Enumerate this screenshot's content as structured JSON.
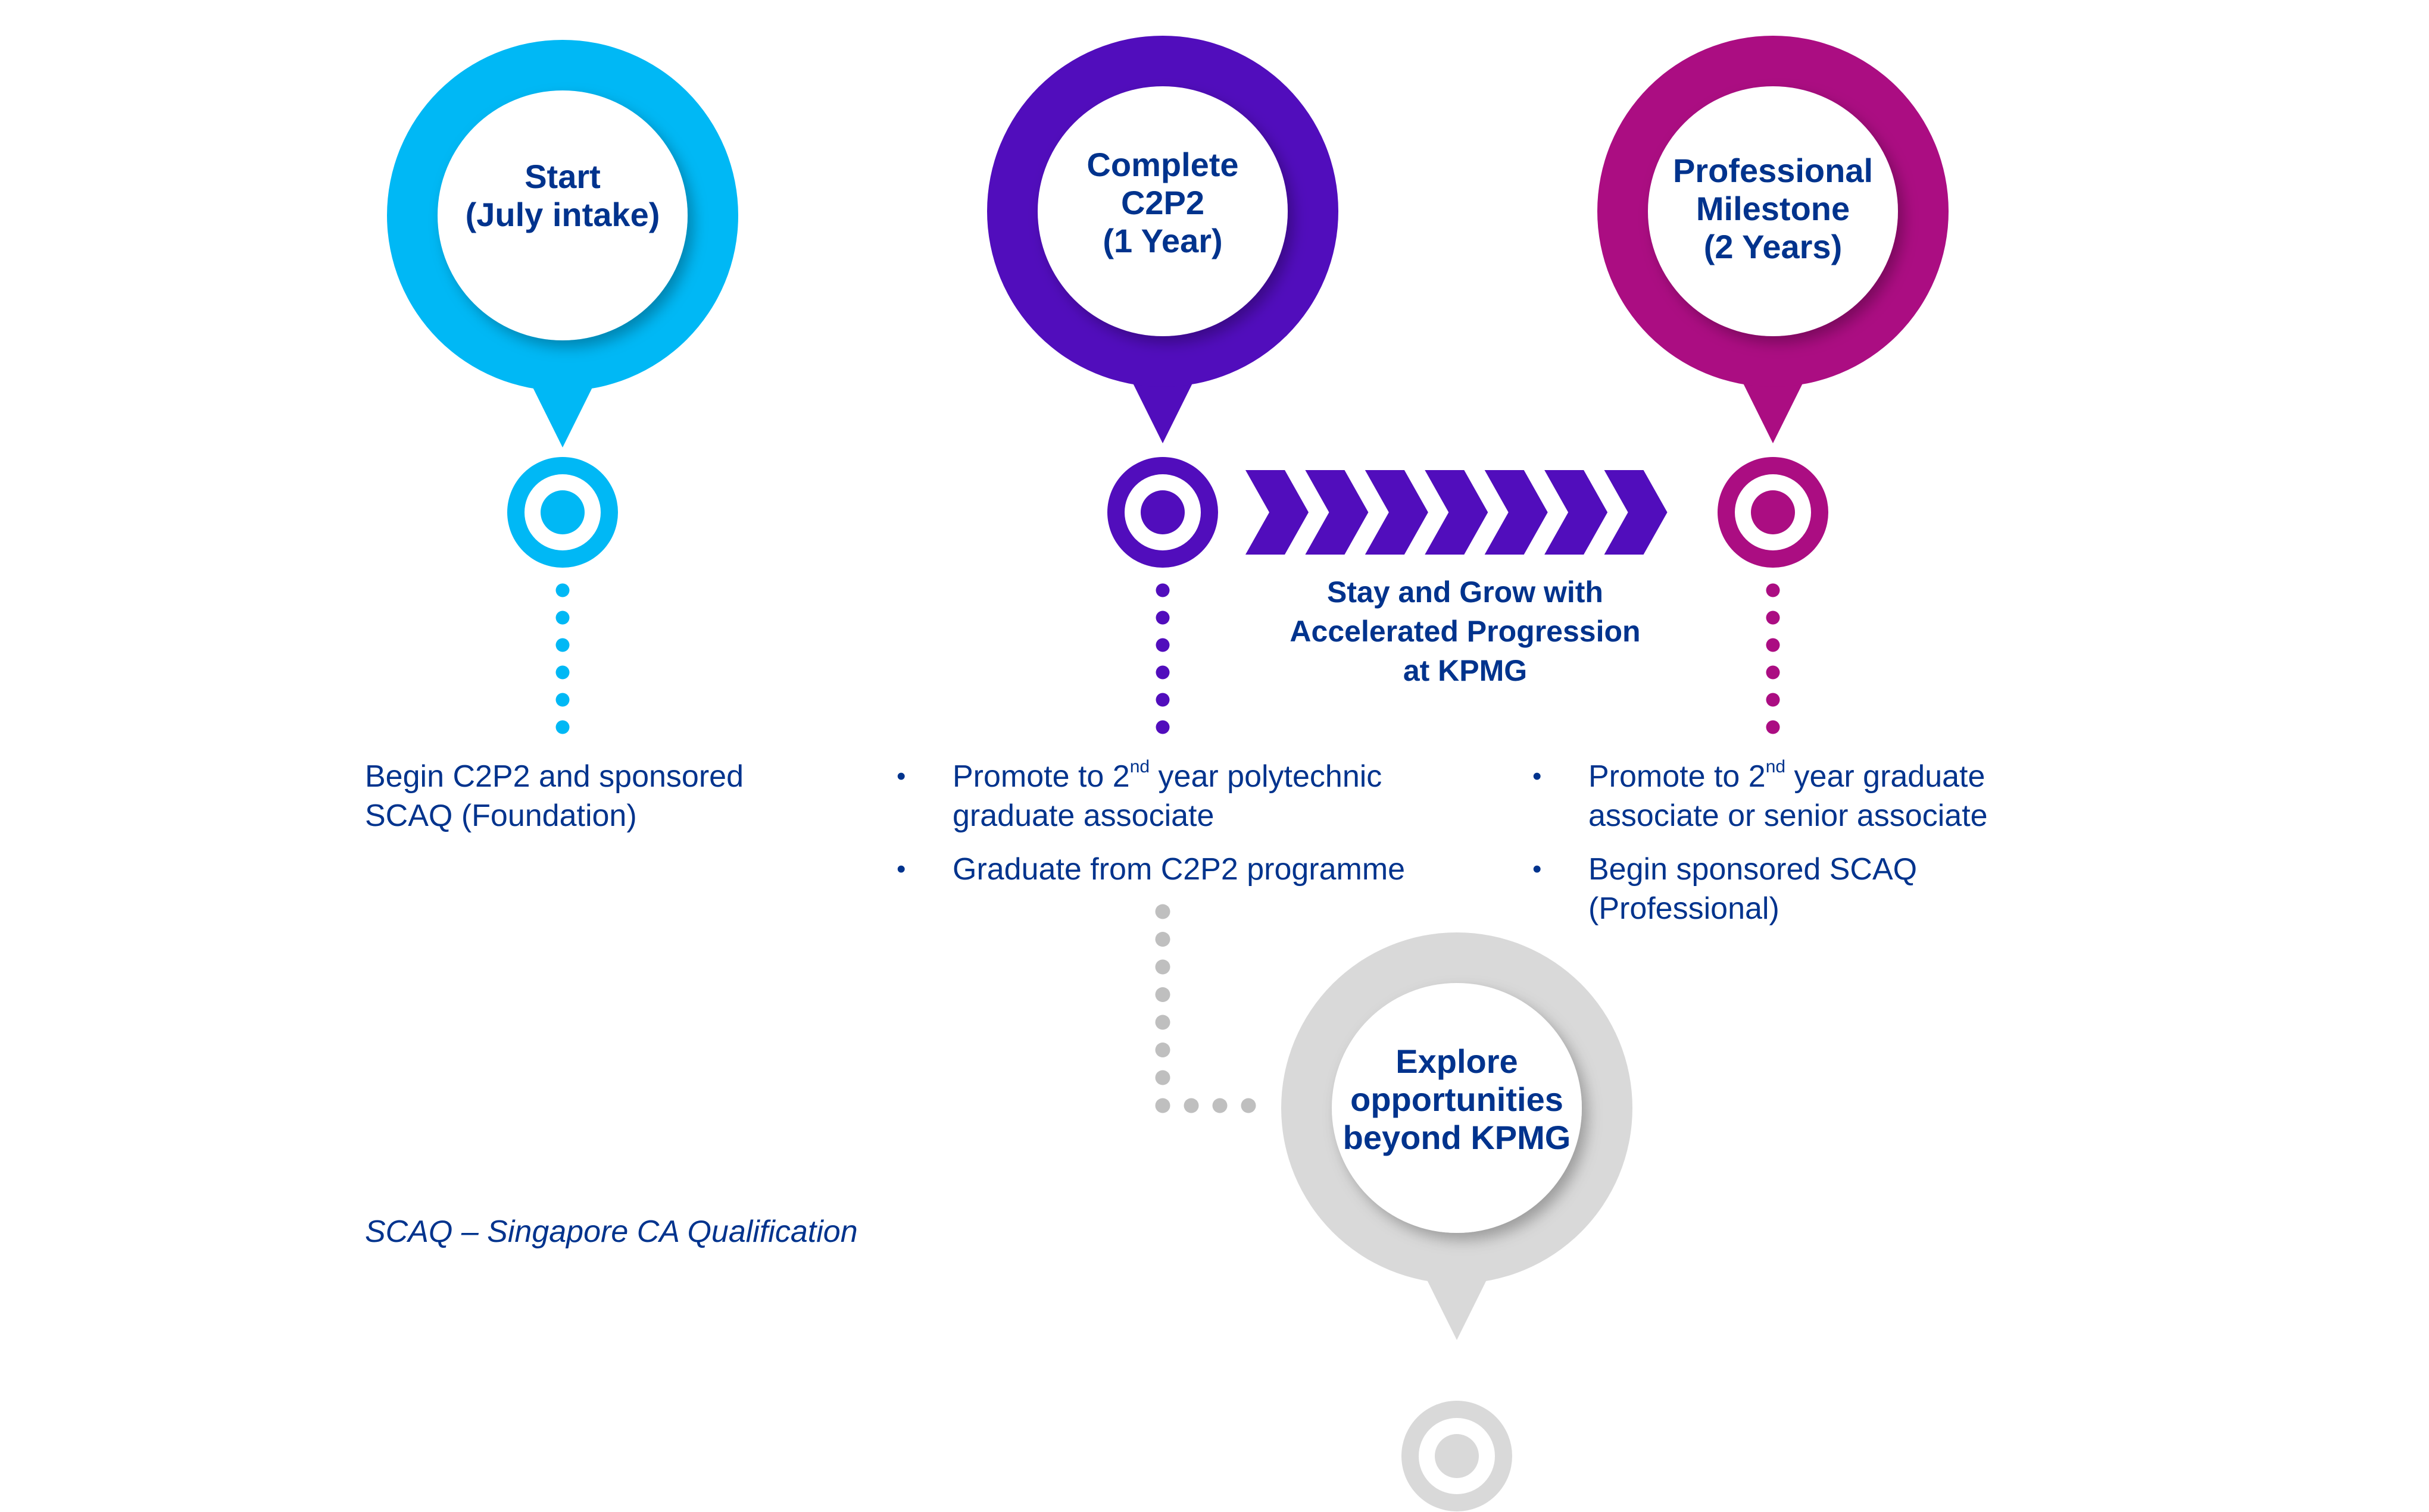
{
  "colors": {
    "text": "#00338D",
    "start": "#00B8F5",
    "complete": "#510DBC",
    "professional": "#AB0D82",
    "explore": "#D9D9D9",
    "connector_grey": "#BFBFBF"
  },
  "milestones": [
    {
      "id": "start",
      "title_lines": [
        "Start",
        "(July intake)"
      ],
      "color_key": "start",
      "description_lines": [
        "Begin C2P2 and sponsored",
        "SCAQ (Foundation)"
      ]
    },
    {
      "id": "complete",
      "title_lines": [
        "Complete",
        "C2P2",
        "(1 Year)"
      ],
      "color_key": "complete",
      "bullets": [
        {
          "pre": "Promote to 2",
          "sup": "nd",
          "post": " year polytechnic graduate associate"
        },
        {
          "pre": "Graduate from C2P2 programme",
          "sup": "",
          "post": ""
        }
      ]
    },
    {
      "id": "professional",
      "title_lines": [
        "Professional",
        "Milestone",
        "(2 Years)"
      ],
      "color_key": "professional",
      "bullets": [
        {
          "pre": "Promote to 2",
          "sup": "nd",
          "post": " year graduate associate or senior associate"
        },
        {
          "pre": "Begin sponsored SCAQ (Professional)",
          "sup": "",
          "post": ""
        }
      ]
    },
    {
      "id": "explore",
      "title_lines": [
        "Explore",
        "opportunities",
        "beyond KPMG"
      ],
      "color_key": "explore"
    }
  ],
  "progression": {
    "label_lines": [
      "Stay and Grow with",
      "Accelerated Progression",
      "at KPMG"
    ],
    "chevron_count": 7
  },
  "footnote": "SCAQ – Singapore CA Qualification"
}
